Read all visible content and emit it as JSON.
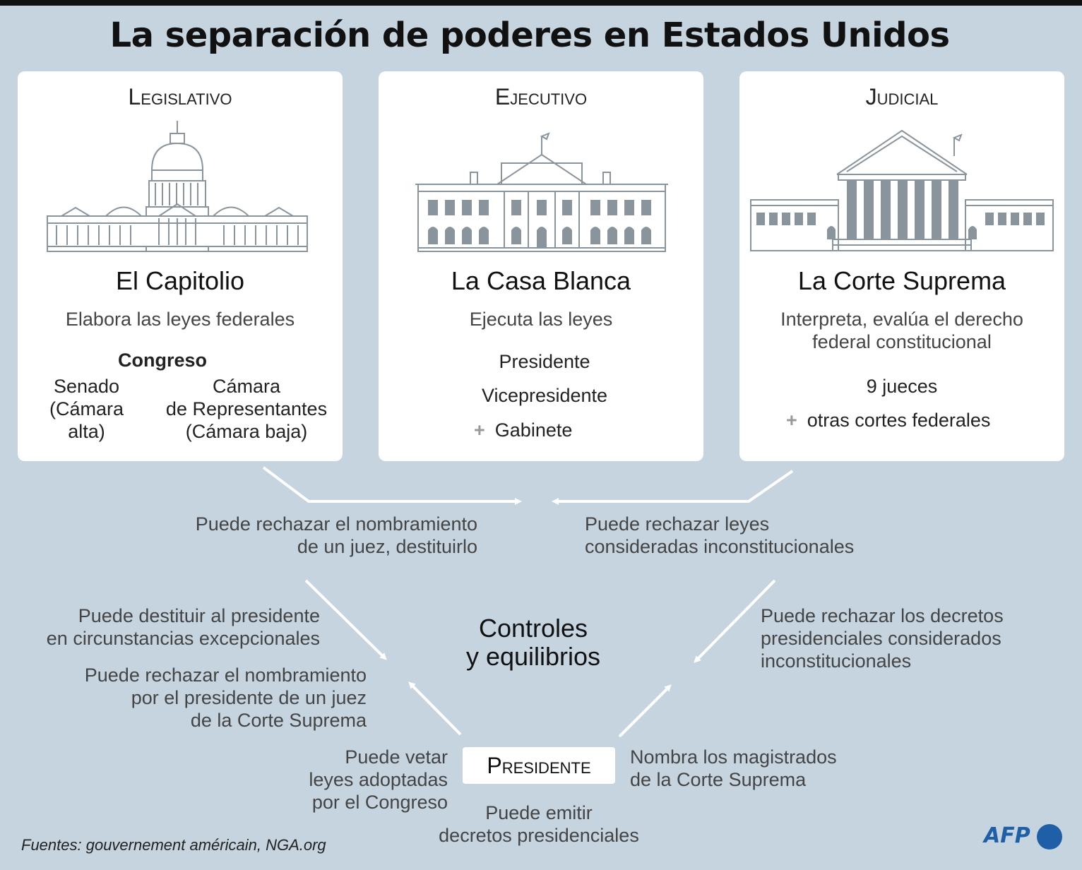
{
  "title": "La separación de poderes en Estados Unidos",
  "branches": [
    {
      "heading": "Legislativo",
      "name": "El Capitolio",
      "description": "Elabora las leyes federales",
      "body_title": "Congreso",
      "chambers": [
        {
          "lines": [
            "Senado",
            "(Cámara",
            "alta)"
          ]
        },
        {
          "lines": [
            "Cámara",
            "de Representantes",
            "(Cámara baja)"
          ]
        }
      ]
    },
    {
      "heading": "Ejecutivo",
      "name": "La Casa Blanca",
      "description": "Ejecuta las leyes",
      "members": [
        "Presidente",
        "Vicepresidente"
      ],
      "extra": "Gabinete"
    },
    {
      "heading": "Judicial",
      "name": "La Corte Suprema",
      "description_lines": [
        "Interpreta, evalúa el derecho",
        "federal constitucional"
      ],
      "members": [
        "9 jueces"
      ],
      "extra": "otras cortes federales"
    }
  ],
  "relations": {
    "legislative_to_judicial": [
      "Puede rechazar el nombramiento",
      "de un juez, destituirlo"
    ],
    "judicial_to_legislative": [
      "Puede rechazar leyes",
      "consideradas inconstitucionales"
    ],
    "legislative_to_president_1": [
      "Puede destituir al presidente",
      "en circunstancias excepcionales"
    ],
    "legislative_to_president_2": [
      "Puede rechazar el nombramiento",
      "por el presidente de un juez",
      "de la Corte Suprema"
    ],
    "judicial_to_president": [
      "Puede rechazar los decretos",
      "presidenciales considerados",
      "inconstitucionales"
    ],
    "president_to_legislative": [
      "Puede vetar",
      "leyes adoptadas",
      "por el Congreso"
    ],
    "president_to_judicial": [
      "Nombra los magistrados",
      "de la Corte Suprema"
    ],
    "president_self": [
      "Puede emitir",
      "decretos presidenciales"
    ]
  },
  "center_label": [
    "Controles",
    "y equilibrios"
  ],
  "president_label": "Presidente",
  "plus_symbol": "+",
  "source": "Fuentes: gouvernement américain, NGA.org",
  "logo_text": "AFP",
  "colors": {
    "background": "#c5d4de",
    "card": "#ffffff",
    "arrow": "#ffffff",
    "logo": "#1f5fa8",
    "building": "#8a949c"
  }
}
